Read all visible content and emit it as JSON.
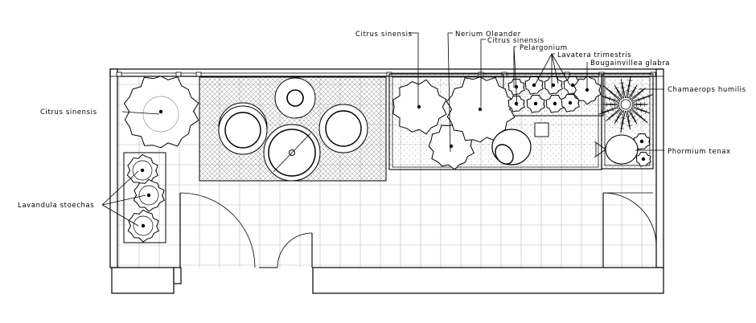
{
  "labels": {
    "citrus_left": "Citrus sinensis",
    "lavandula": "Lavandula stoechas",
    "citrus_top": "Citrus sinensis",
    "nerium": "Nerium Oleander",
    "citrus_mid": "Citrus sinensis",
    "pelargonium": "Pelargonium",
    "lavatera": "Lavatera trimestris",
    "bougainvillea": "Bougainvillea glabra",
    "chamaerops": "Chamaerops humilis",
    "phormium": "Phormium tenax"
  }
}
